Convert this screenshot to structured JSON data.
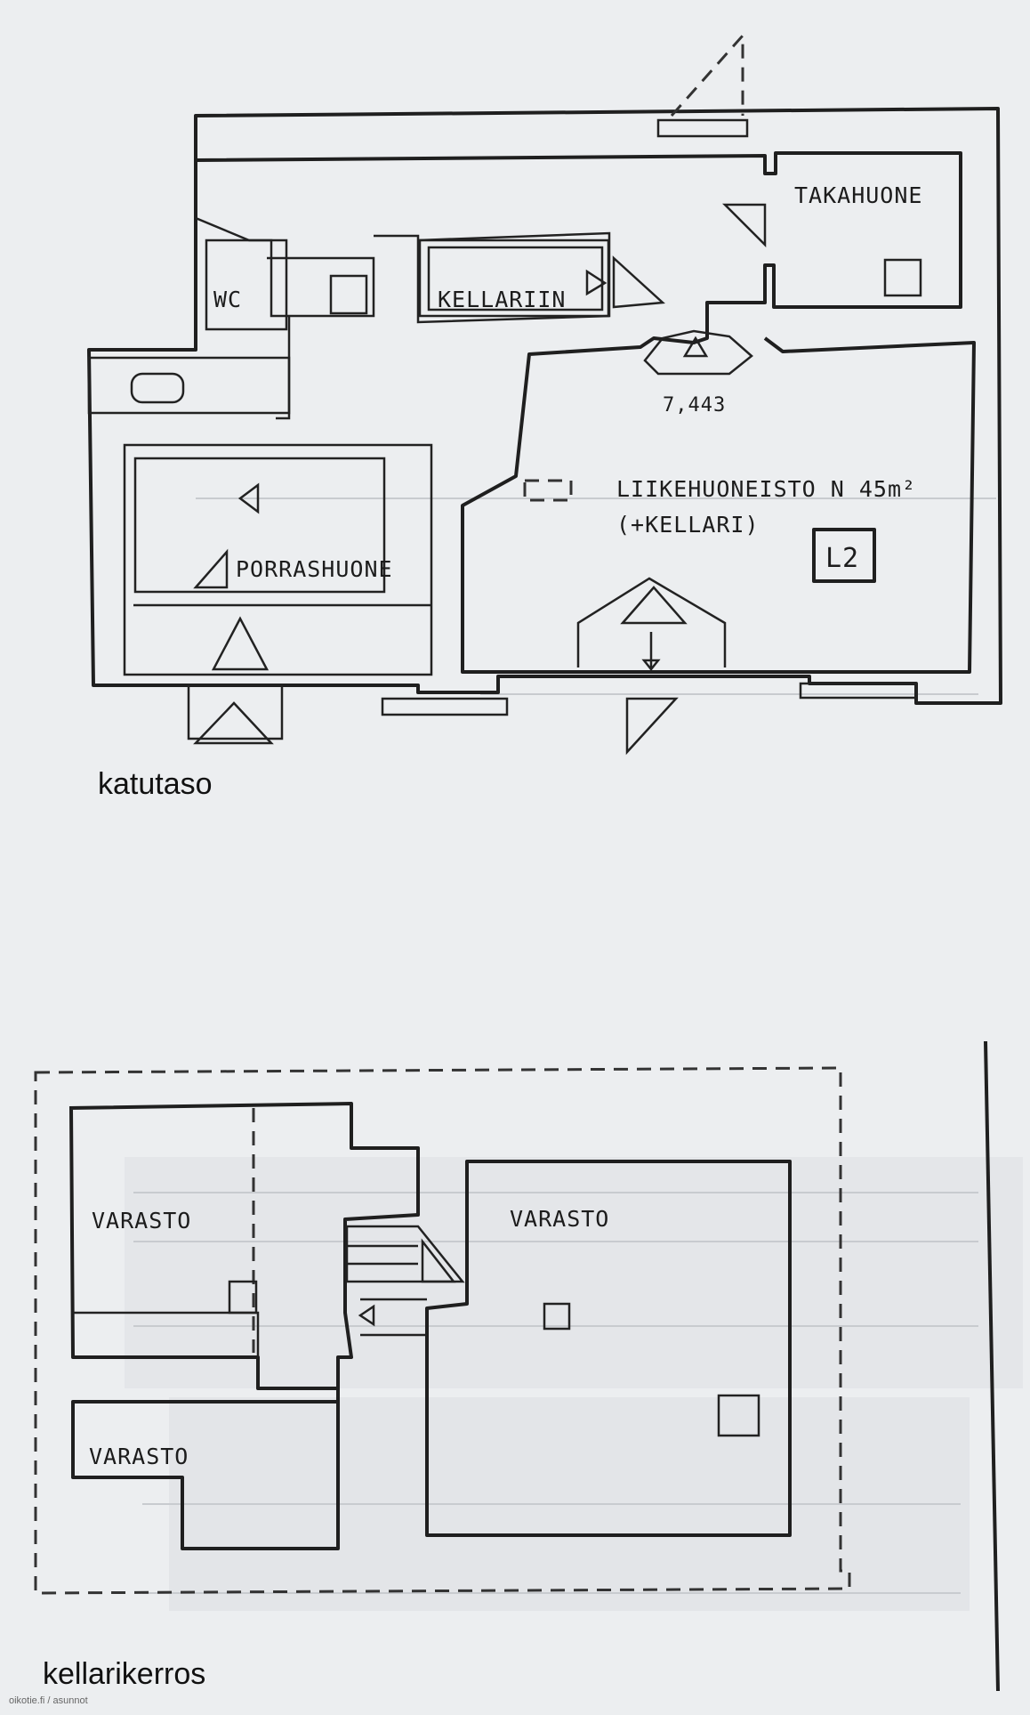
{
  "ground_floor": {
    "caption": "katutaso",
    "rooms": {
      "wc": "WC",
      "kellariin": "KELLARIIN",
      "takahuone": "TAKAHUONE",
      "porrashuone": "PORRASHUONE",
      "liikehuoneisto": "LIIKEHUONEISTO N 45m²",
      "kellari": "(+KELLARI)",
      "unit": "L2",
      "level": "7,443"
    }
  },
  "basement": {
    "caption": "kellarikerros",
    "rooms": {
      "varasto_1": "VARASTO",
      "varasto_2": "VARASTO",
      "varasto_3": "VARASTO"
    }
  },
  "watermark": "oikotie.fi / asunnot"
}
